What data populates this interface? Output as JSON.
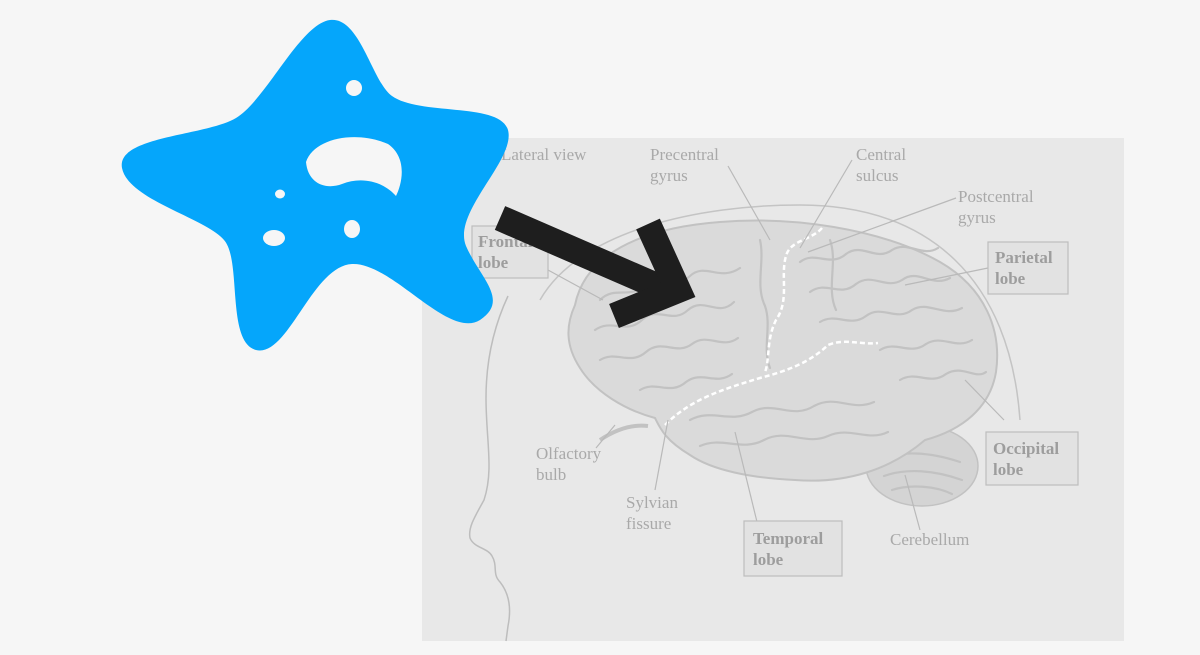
{
  "diagram": {
    "labels": {
      "lateral_view": "Lateral view",
      "precentral_1": "Precentral",
      "precentral_2": "gyrus",
      "central_1": "Central",
      "central_2": "sulcus",
      "postcentral_1": "Postcentral",
      "postcentral_2": "gyrus",
      "frontal_1": "Frontal",
      "frontal_2": "lobe",
      "parietal_1": "Parietal",
      "parietal_2": "lobe",
      "occipital_1": "Occipital",
      "occipital_2": "lobe",
      "temporal_1": "Temporal",
      "temporal_2": "lobe",
      "olfactory_1": "Olfactory",
      "olfactory_2": "bulb",
      "sylvian_1": "Sylvian",
      "sylvian_2": "fissure",
      "cerebellum": "Cerebellum"
    },
    "colors": {
      "page_background": "#f6f6f6",
      "panel_background": "#e8e8e8",
      "cell_blue": "#05a6fb",
      "arrow": "#1e1e1e",
      "label_gray": "#a9a9a9"
    },
    "icons": {
      "cell": "amoeba-cell-icon",
      "arrow": "pointing-arrow-icon"
    }
  }
}
